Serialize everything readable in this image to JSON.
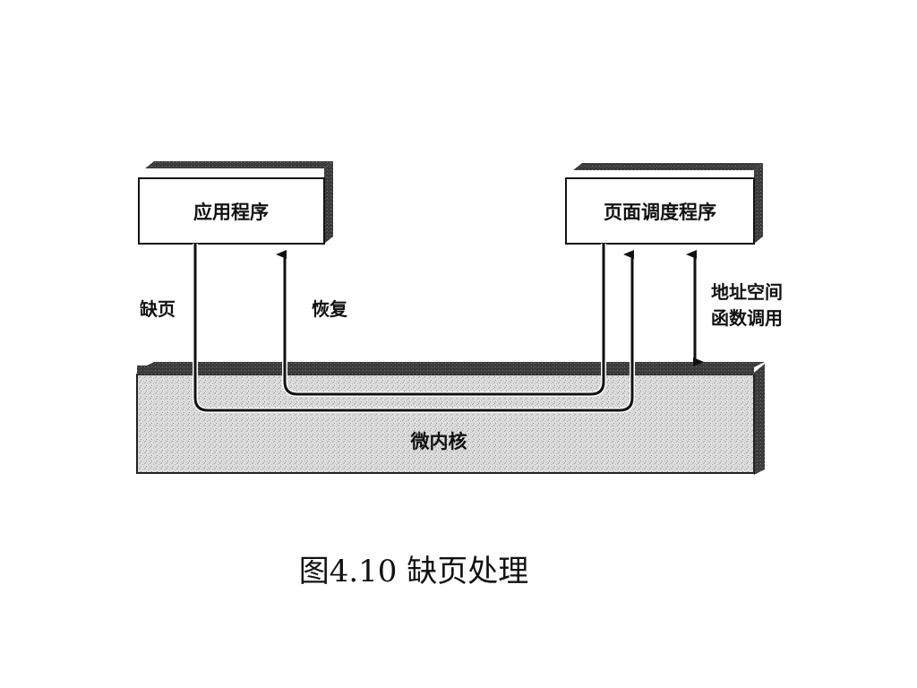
{
  "nodes": {
    "app": "应用程序",
    "pager": "页面调度程序",
    "kernel": "微内核"
  },
  "edges": {
    "page_fault": "缺页",
    "resume": "恢复",
    "address_space_call_line1": "地址空间",
    "address_space_call_line2": "函数调用"
  },
  "caption": "图4.10  缺页处理"
}
